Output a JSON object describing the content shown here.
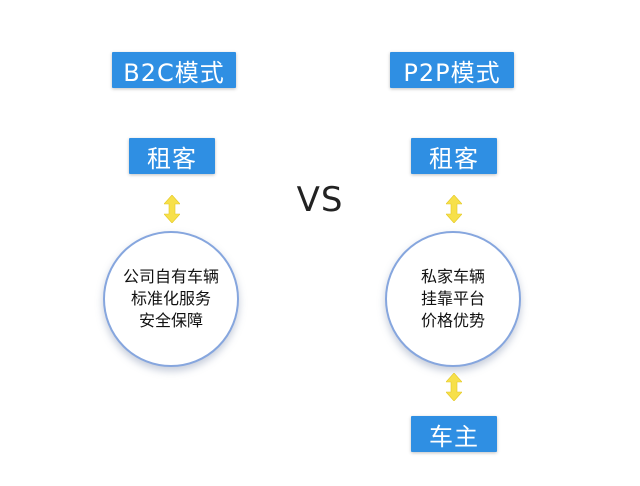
{
  "left": {
    "title": "B2C模式",
    "top_label": "租客",
    "circle_lines": [
      "公司自有车辆",
      "标准化服务",
      "安全保障"
    ]
  },
  "right": {
    "title": "P2P模式",
    "top_label": "租客",
    "circle_lines": [
      "私家车辆",
      "挂靠平台",
      "价格优势"
    ],
    "bottom_label": "车主"
  },
  "vs": "VS",
  "colors": {
    "box_blue": "#2f8fe3",
    "arrow_yellow": "#f7e04a",
    "circle_border": "#86a6de"
  },
  "icons": [
    "double-arrow-icon"
  ]
}
